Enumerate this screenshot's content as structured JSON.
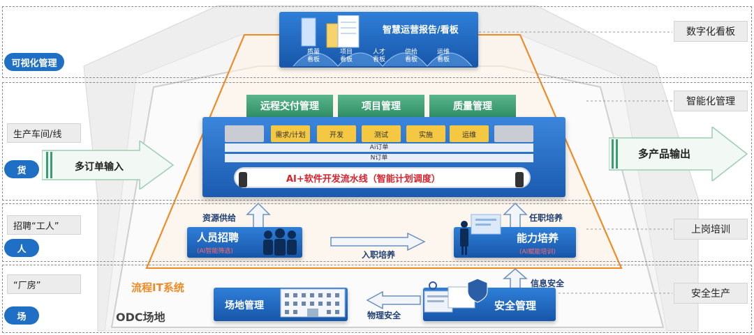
{
  "left": {
    "visual_mgmt": "可视化管理",
    "workshop": "生产车间/线",
    "goods": "货",
    "multi_order_input": "多订单输入",
    "recruit_workers": "招聘“工人”",
    "people": "人",
    "factory": "“厂房”",
    "site": "场"
  },
  "right": {
    "digital_board": "数字化看板",
    "smart_mgmt": "智能化管理",
    "multi_product_output": "多产品输出",
    "onboarding_training": "上岗培训",
    "safe_production": "安全生产"
  },
  "top": {
    "title": "智慧运营报告/看板",
    "boards": [
      "质量\n看板",
      "项目\n看板",
      "人才\n看板",
      "供给\n看板",
      "运维\n看板"
    ]
  },
  "mgmt_tabs": [
    "远程交付管理",
    "项目管理",
    "质量管理"
  ],
  "pipeline": {
    "stages": [
      "需求/计划",
      "开发",
      "测试",
      "实施",
      "运维"
    ],
    "ai_order": "Ai订单",
    "n_order": "N订单",
    "title": "AI+软件开发流水线（智能计划调度）"
  },
  "middle": {
    "resource_supply": "资源供给",
    "appoint_training": "任职培养",
    "recruit_title": "人员招聘",
    "recruit_sub": "(AI智能筛选)",
    "onboard_training": "入职培养",
    "ability_title": "能力培养",
    "ability_sub": "(AI赋能培训)"
  },
  "bottom": {
    "process_it": "流程IT系统",
    "info_security": "信息安全",
    "site_mgmt": "场地管理",
    "physical_security": "物理安全",
    "security_mgmt": "安全管理",
    "odc_site": "ODC场地"
  },
  "colors": {
    "primary_blue": "#1f6fc4",
    "orange": "#f08a24",
    "green_tab": "#3a9d73",
    "stage_yellow": "#f4c842",
    "red_title": "#d9232d"
  }
}
